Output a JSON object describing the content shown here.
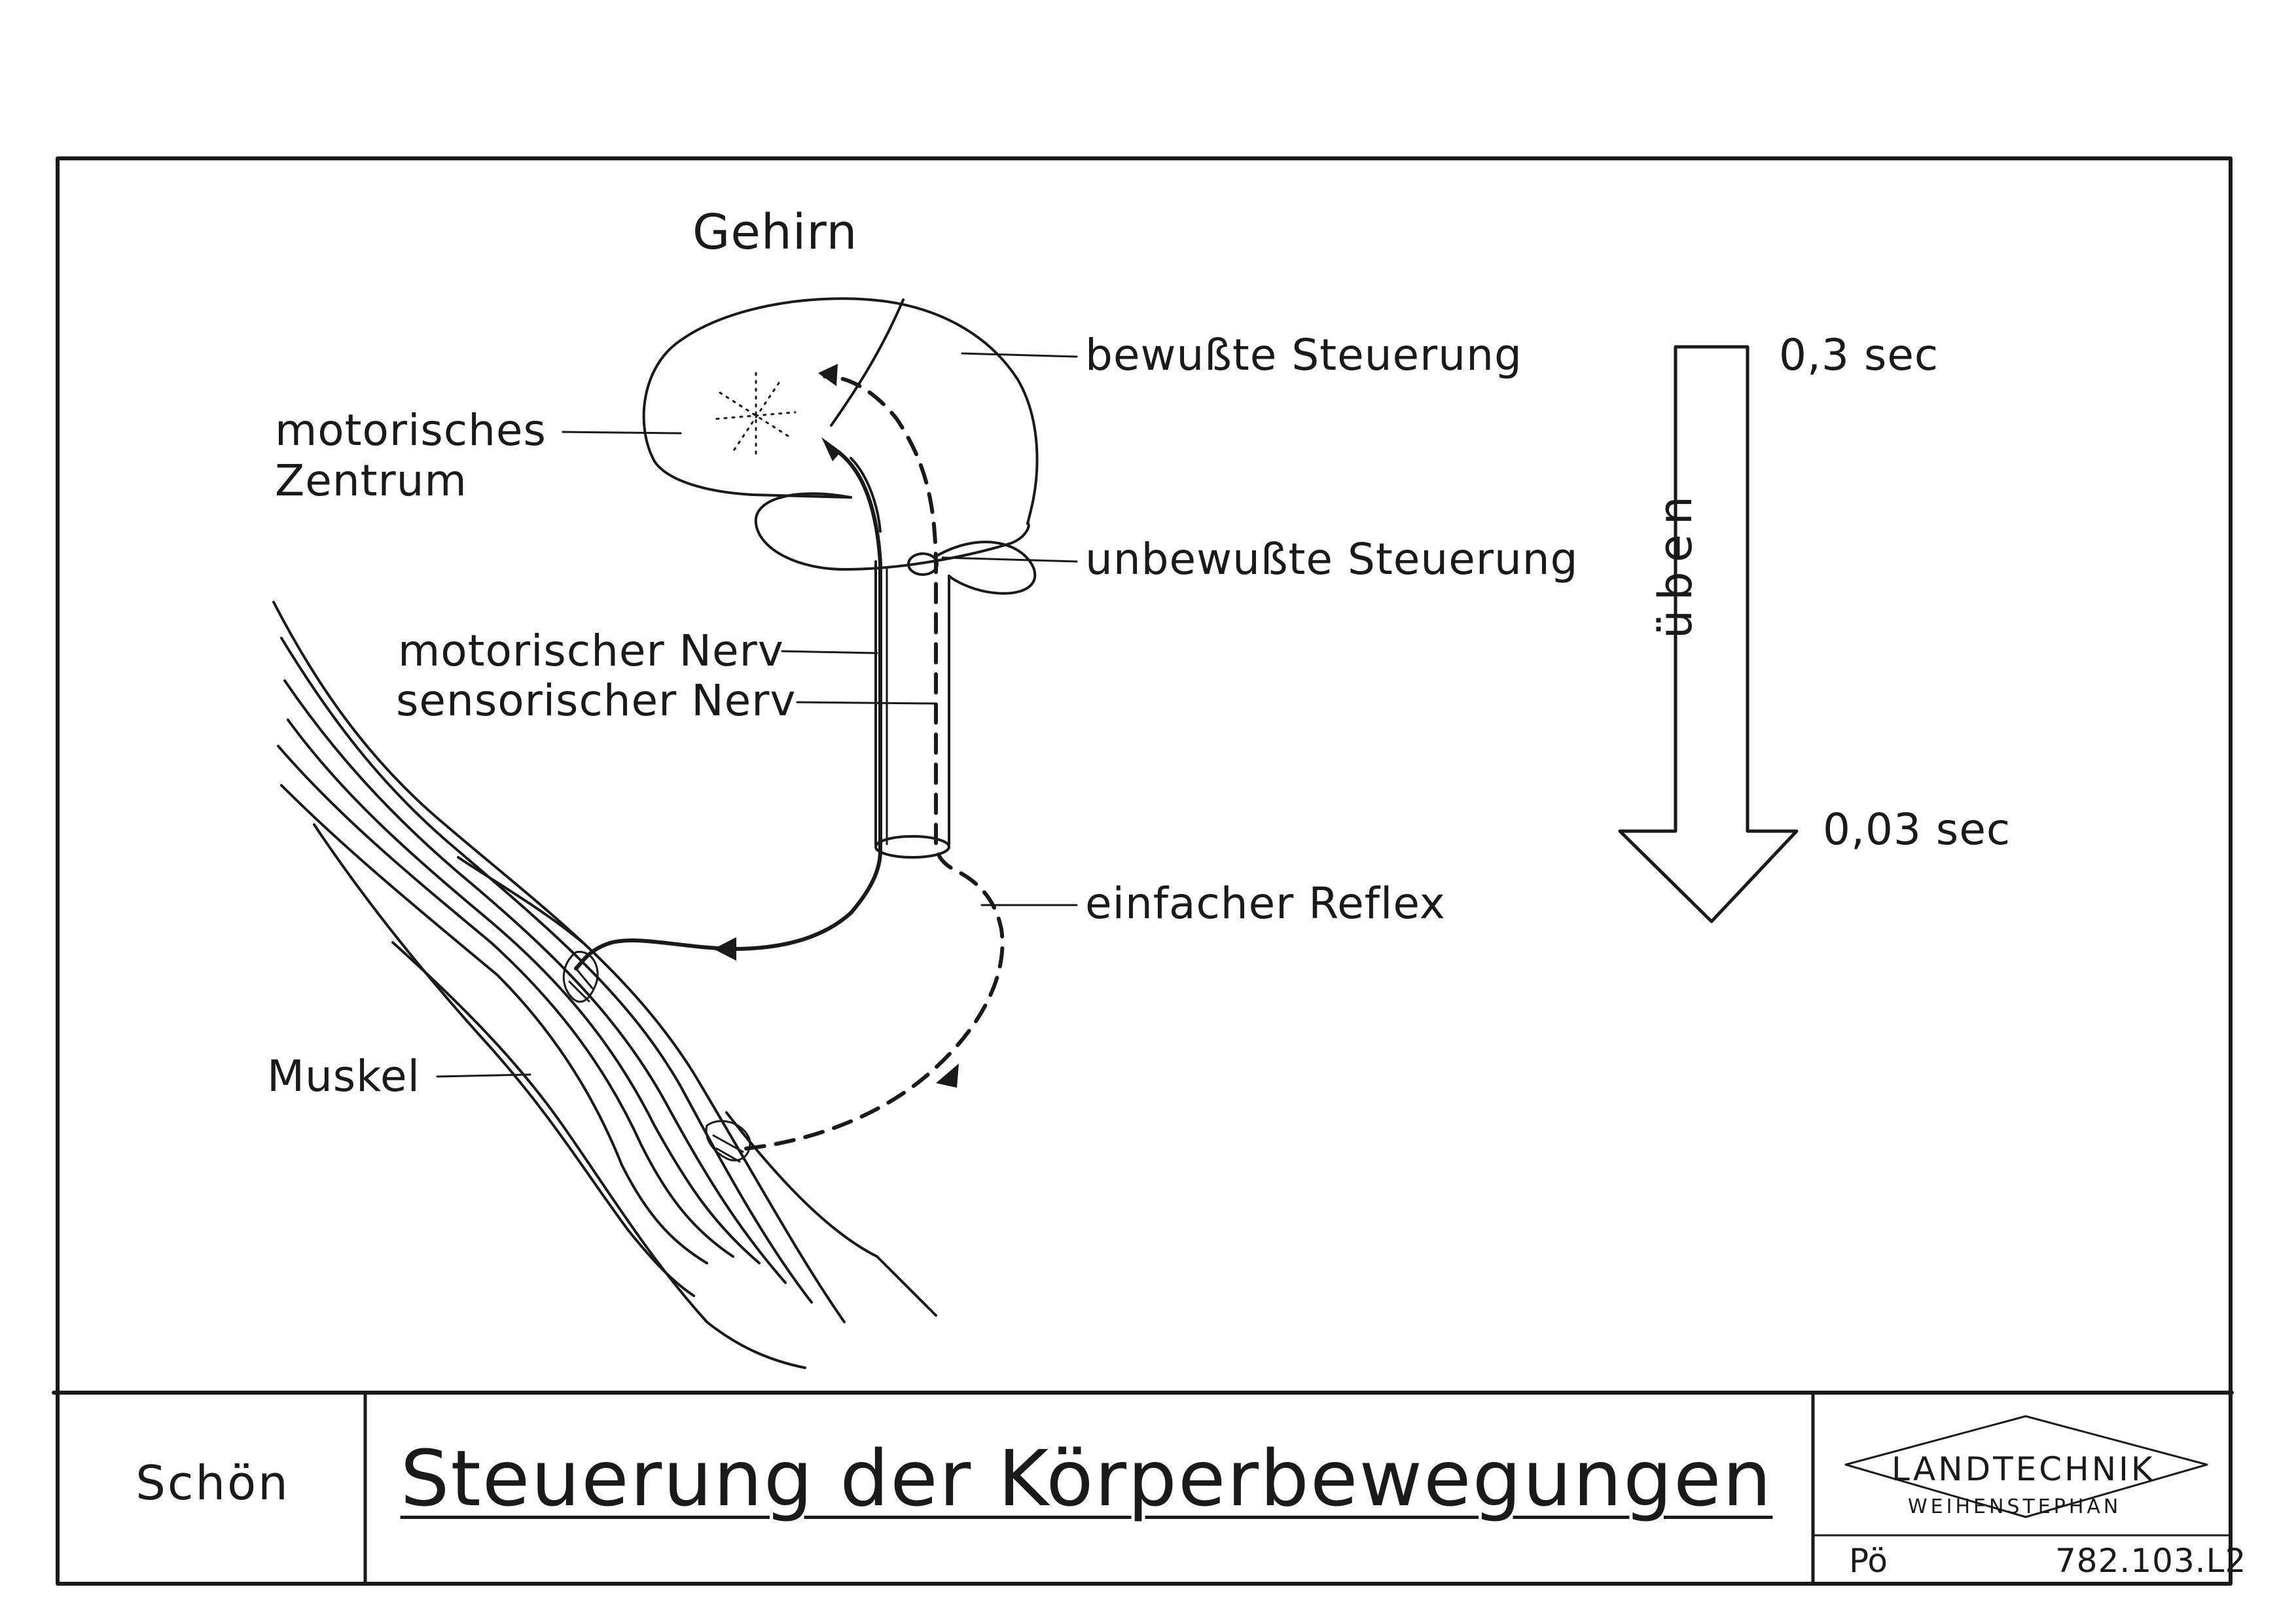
{
  "diagram": {
    "labels": {
      "gehirn": "Gehirn",
      "bewusste": "bewußte Steuerung",
      "motorisches_zentrum_1": "motorisches",
      "motorisches_zentrum_2": "Zentrum",
      "unbewusste": "unbewußte Steuerung",
      "motorischer_nerv": "motorischer Nerv",
      "sensorischer_nerv": "sensorischer Nerv",
      "einfacher_reflex": "einfacher Reflex",
      "muskel": "Muskel"
    },
    "scale": {
      "top_time": "0,3 sec",
      "bottom_time": "0,03 sec",
      "arrow_label": "üben"
    }
  },
  "footer": {
    "author": "Schön",
    "title": "Steuerung der Körperbewegungen",
    "logo_line1": "LANDTECHNIK",
    "logo_line2": "WEIHENSTEPHAN",
    "initials": "Pö",
    "code": "782.103.L2"
  }
}
